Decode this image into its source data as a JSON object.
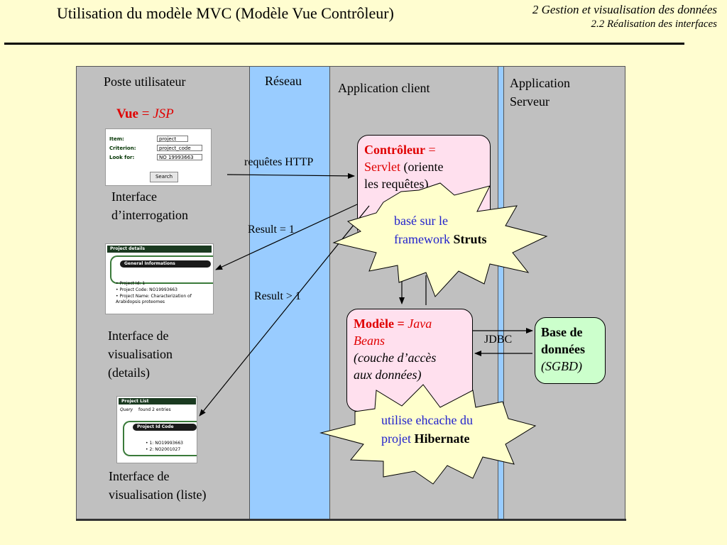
{
  "header": {
    "title": "Utilisation du modèle MVC (Modèle Vue Contrôleur)",
    "section": "2 Gestion et visualisation des données",
    "subsection": "2.2 Réalisation des interfaces"
  },
  "columns": {
    "user": "Poste utilisateur",
    "network": "Réseau",
    "client": "Application client",
    "server_line1": "Application",
    "server_line2": "Serveur"
  },
  "vue": {
    "label": "Vue",
    "eq": " = ",
    "tech": "JSP"
  },
  "interfaces": {
    "query_line1": "Interface",
    "query_line2": "d’interrogation",
    "details_line1": "Interface de",
    "details_line2": "visualisation",
    "details_line3": "(details)",
    "list_line1": "Interface de",
    "list_line2": "visualisation (liste)"
  },
  "arrows": {
    "http": "requêtes HTTP",
    "result1": "Result = 1",
    "result_many": "Result > 1",
    "jdbc": "JDBC"
  },
  "controller": {
    "title": "Contrôleur",
    "eq": " = ",
    "tech": "Servlet",
    "desc1": " (oriente",
    "desc2": "les requêtes)"
  },
  "model": {
    "title": "Modèle = ",
    "tech_line1": "Java",
    "tech_line2": "Beans",
    "desc1": "(couche d’accès",
    "desc2": "aux données)"
  },
  "database": {
    "line1": "Base de",
    "line2": "données",
    "line3": "(SGBD)"
  },
  "callouts": {
    "struts_line1": "basé sur le",
    "struts_line2": "framework ",
    "struts_bold": "Struts",
    "hibernate_line1": "utilise ehcache du",
    "hibernate_line2": "projet ",
    "hibernate_bold": "Hibernate"
  },
  "thumbnails": {
    "query_form": {
      "fields": [
        "Item:",
        "Criterion:",
        "Look for:"
      ],
      "values": [
        "project",
        "project_code",
        "NO 19993663"
      ],
      "button": "Search"
    },
    "details": {
      "header": "Project details",
      "section": "General Informations",
      "items": [
        "Project Id: 1",
        "Project Code: NO19993663",
        "Project Name: Characterization of Arabidopsis proteomes"
      ]
    },
    "list": {
      "header": "Project List",
      "query_label": "Query",
      "query_text": "found 2 entries",
      "column": "Project Id  Code",
      "items": [
        "1: NO19993663",
        "2: NO2001027"
      ]
    }
  },
  "colors": {
    "background": "#fffdd0",
    "panel_gray": "#c0c0c0",
    "network_blue": "#99ccff",
    "box_pink": "#ffe0ee",
    "db_green": "#ccffcc",
    "callout_yellow": "#ffffcc",
    "accent_red": "#e00000",
    "callout_text_blue": "#2222cc"
  }
}
